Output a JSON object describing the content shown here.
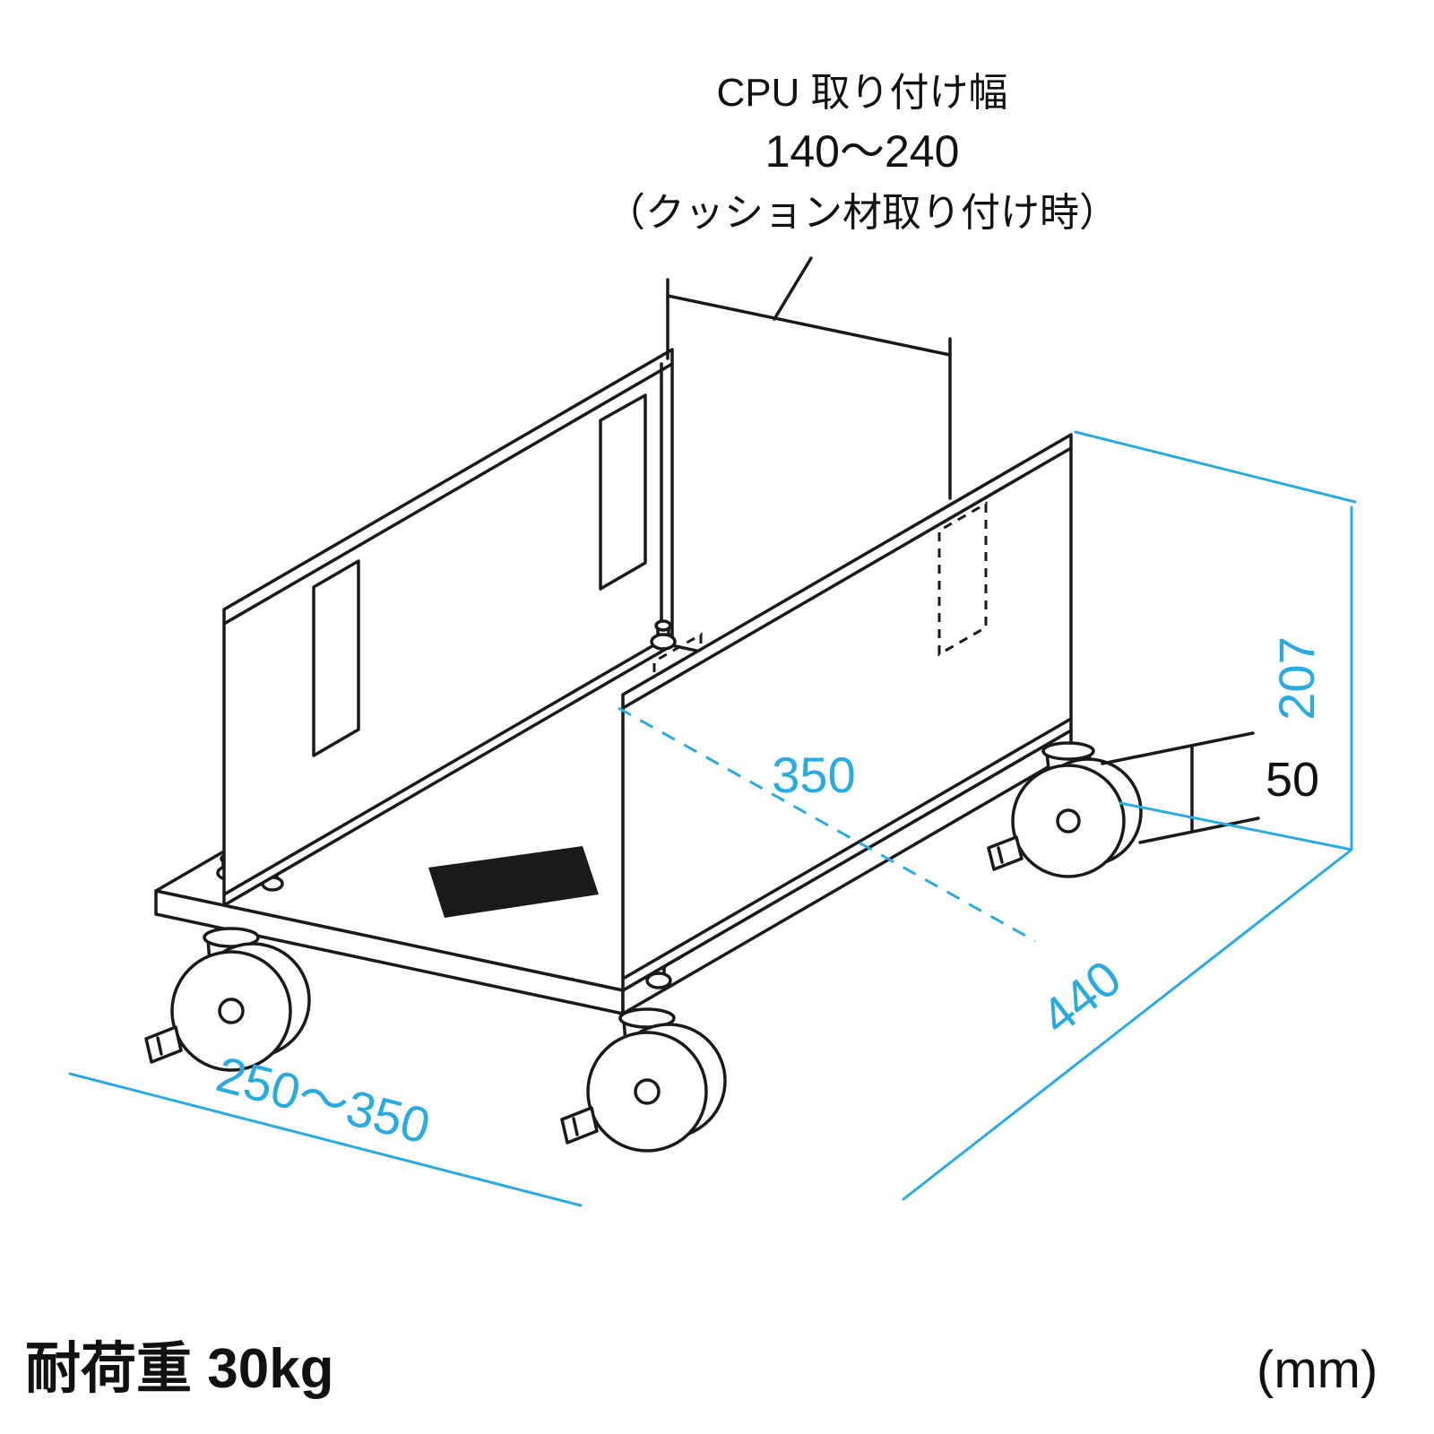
{
  "colors": {
    "background": "#ffffff",
    "line": "#1a1a1a",
    "accent": "#29abe2"
  },
  "top_annotation": {
    "line1": "CPU 取り付け幅",
    "line2": "140〜240",
    "line3": "（クッション材取り付け時）"
  },
  "dims": {
    "height": "207",
    "clearance": "50",
    "depth": "350",
    "length": "440",
    "width": "250〜350"
  },
  "footer": {
    "load": "耐荷重 30kg",
    "unit": "(mm)"
  }
}
